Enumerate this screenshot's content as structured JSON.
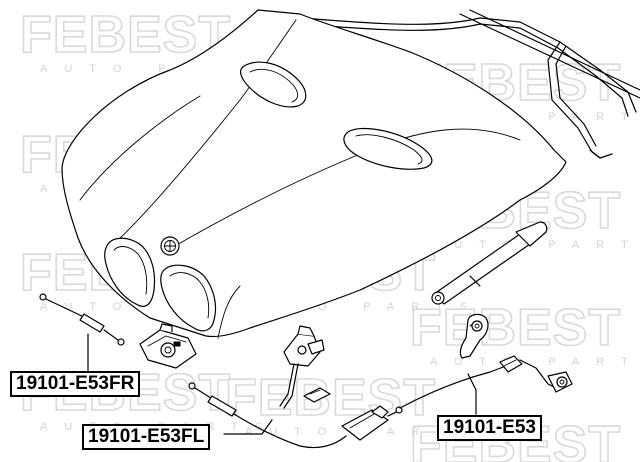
{
  "watermark": {
    "brand": "FEBEST",
    "tagline": "AUTO PARTS"
  },
  "labels": {
    "left_part": "19101-E53FR",
    "bottom_part": "19101-E53FL",
    "right_part": "19101-E53"
  }
}
